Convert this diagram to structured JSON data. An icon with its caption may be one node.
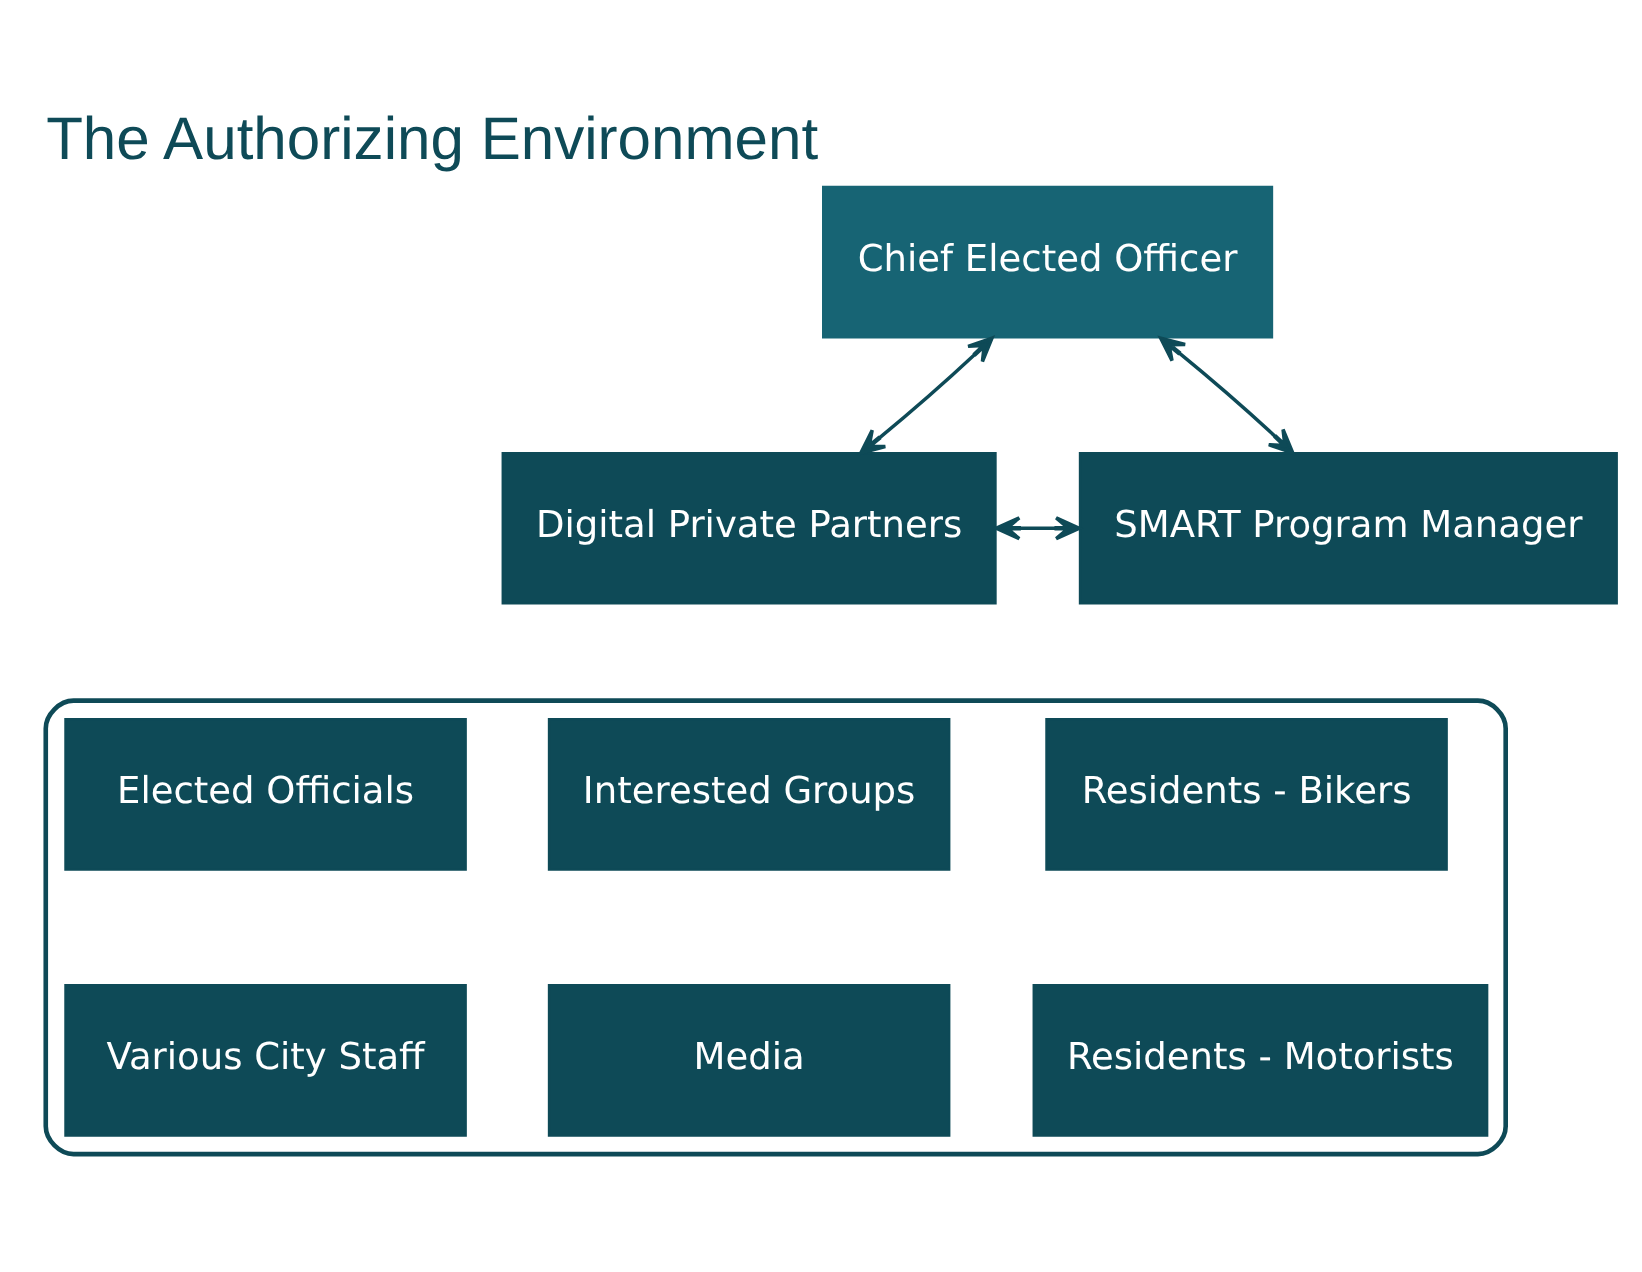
{
  "diagram": {
    "title": "The Authorizing Environment",
    "nodes": [
      {
        "text": [
          "Chief Elected Officer"
        ]
      },
      {
        "text": [
          "Digital Private Partners"
        ]
      },
      {
        "text": [
          "SMART Program Manager"
        ]
      },
      {
        "text": [],
        "shape": "box"
      },
      {
        "text": [
          "Elected Officials"
        ],
        "in": 3
      },
      {
        "text": [
          "Interested Groups"
        ],
        "in": 3
      },
      {
        "text": [
          "Residents - Bikers"
        ],
        "in": 3
      },
      {
        "text": [
          "Various City Staff"
        ],
        "in": 3
      },
      {
        "text": [
          "Media"
        ],
        "in": 3
      },
      {
        "text": [
          "Residents - Motorists"
        ],
        "in": 3
      }
    ],
    "edges": [
      {
        "from": 1,
        "to": 0,
        "arrow": "both"
      },
      {
        "from": 0,
        "to": 2,
        "arrow": "both"
      },
      {
        "from": 1,
        "to": 2,
        "arrow": "both"
      }
    ]
  }
}
